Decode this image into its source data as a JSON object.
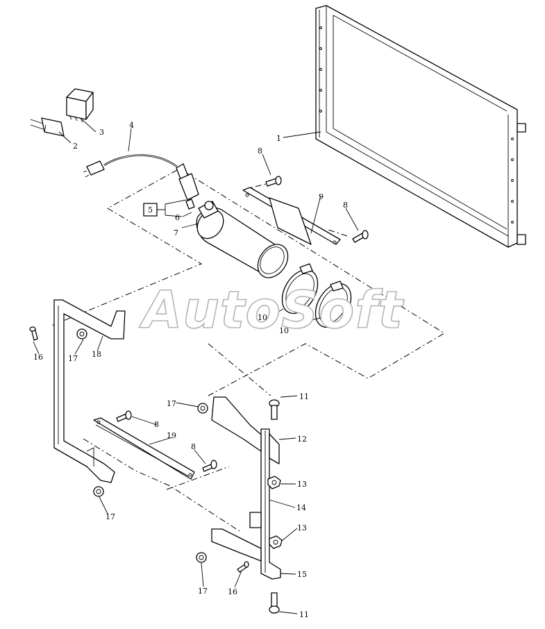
{
  "watermark": "AutoSoft",
  "callouts": {
    "c1": "1",
    "c2": "2",
    "c3": "3",
    "c4": "4",
    "c5": "5",
    "c6": "6",
    "c7": "7",
    "c8a": "8",
    "c8b": "8",
    "c8c": "8",
    "c8d": "8",
    "c9": "9",
    "c10a": "10",
    "c10b": "10",
    "c11a": "11",
    "c11b": "11",
    "c12": "12",
    "c13a": "13",
    "c13b": "13",
    "c14": "14",
    "c15": "15",
    "c16a": "16",
    "c16b": "16",
    "c17a": "17",
    "c17b": "17",
    "c17c": "17",
    "c17d": "17",
    "c18": "18",
    "c19": "19"
  }
}
